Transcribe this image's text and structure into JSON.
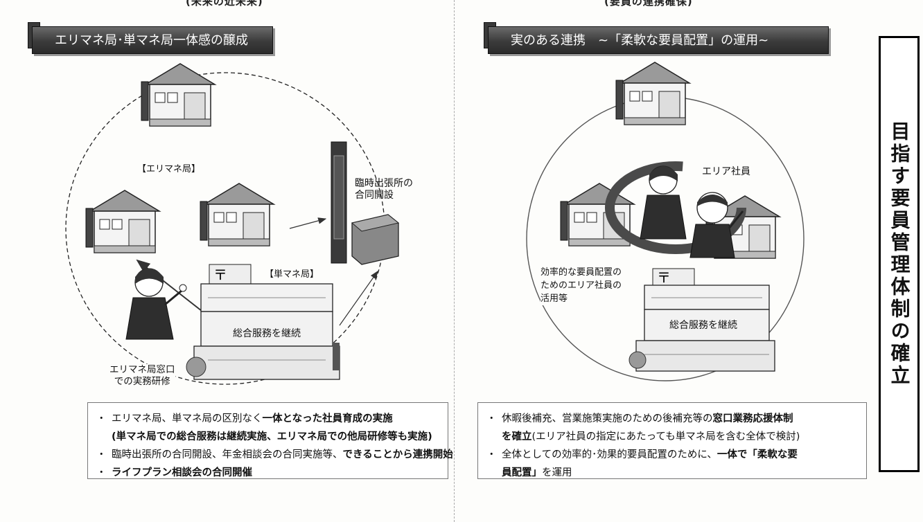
{
  "left": {
    "top_text": "(未来の近未来)",
    "title": "エリマネ局･単マネ局一体感の醸成",
    "labels": {
      "area_station": "【エリマネ局】",
      "single_station": "【単マネ局】",
      "temporary_office": "臨時出張所の\n合同開設",
      "full_service": "総合服務を継続",
      "training": "エリマネ局窓口\nでの実務研修"
    },
    "bullets": [
      {
        "line1": "エリマネ局、単マネ局の区別なく",
        "line1_bold": "一体となった社員育成の実施",
        "line2": "(単マネ局での総合服務は継続実施、エリマネ局での他局研修等も実施)"
      },
      {
        "line1": "臨時出張所の合同開設、年金相談会の合同実施等、",
        "line1_bold": "できることから連携開始"
      },
      {
        "line1_bold": "ライフプラン相談会の合同開催"
      }
    ]
  },
  "right": {
    "top_text": "(要員の連携確保)",
    "title": "実のある連携　~「柔軟な要員配置」の運用~",
    "labels": {
      "area_staff": "エリア社員",
      "efficient_use": "効率的な要員配置の\nためのエリア社員の\n活用等",
      "full_service": "総合服務を継続"
    },
    "bullets": [
      {
        "line1": "休暇後補充、営業施策実施のための後補充等の",
        "line1_bold": "窓口業務応援体制",
        "line2_bold": "を確立",
        "line2": "(エリア社員の指定にあたっても単マネ局を含む全体で検討)"
      },
      {
        "line1": "全体としての効率的･効果的要員配置のために、",
        "line1_bold": "一体で「柔軟な要",
        "line2_bold": "員配置」",
        "line2": "を運用"
      }
    ]
  },
  "side_label": "目指す要員管理体制の確立",
  "colors": {
    "title_bg": "#3b3b3b",
    "building_roof": "#8c8c8c",
    "arrow_dark": "#3a3a3a"
  }
}
